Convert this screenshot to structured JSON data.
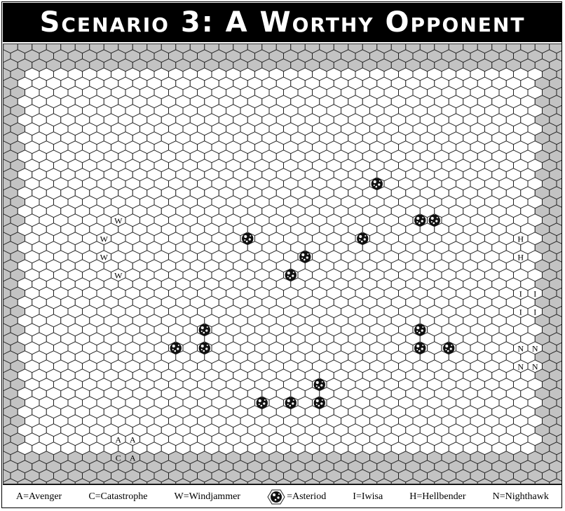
{
  "title": "Scenario 3: A Worthy Opponent",
  "map": {
    "cols": 39,
    "rows": 24,
    "border_rings": 2,
    "colors": {
      "open_hex": "#ffffff",
      "border_hex": "#c3c3c3",
      "grid_line": "#222222",
      "asteroid_dark": "#111111"
    },
    "ships": [
      {
        "code": "W",
        "col": 7,
        "row": 8
      },
      {
        "code": "W",
        "col": 6,
        "row": 9
      },
      {
        "code": "W",
        "col": 6,
        "row": 10
      },
      {
        "code": "W",
        "col": 7,
        "row": 11
      },
      {
        "code": "H",
        "col": 35,
        "row": 9
      },
      {
        "code": "H",
        "col": 35,
        "row": 10
      },
      {
        "code": "I",
        "col": 35,
        "row": 12
      },
      {
        "code": "I",
        "col": 36,
        "row": 12
      },
      {
        "code": "I",
        "col": 35,
        "row": 13
      },
      {
        "code": "I",
        "col": 36,
        "row": 13
      },
      {
        "code": "N",
        "col": 35,
        "row": 15
      },
      {
        "code": "N",
        "col": 36,
        "row": 15
      },
      {
        "code": "N",
        "col": 35,
        "row": 16
      },
      {
        "code": "N",
        "col": 36,
        "row": 16
      },
      {
        "code": "A",
        "col": 7,
        "row": 20
      },
      {
        "code": "A",
        "col": 8,
        "row": 20
      },
      {
        "code": "C",
        "col": 7,
        "row": 21
      },
      {
        "code": "A",
        "col": 8,
        "row": 21
      }
    ],
    "asteroids": [
      {
        "col": 25,
        "row": 6
      },
      {
        "col": 28,
        "row": 8
      },
      {
        "col": 29,
        "row": 8
      },
      {
        "col": 16,
        "row": 9
      },
      {
        "col": 24,
        "row": 9
      },
      {
        "col": 20,
        "row": 10
      },
      {
        "col": 19,
        "row": 11
      },
      {
        "col": 13,
        "row": 14
      },
      {
        "col": 28,
        "row": 14
      },
      {
        "col": 11,
        "row": 15
      },
      {
        "col": 13,
        "row": 15
      },
      {
        "col": 28,
        "row": 15
      },
      {
        "col": 30,
        "row": 15
      },
      {
        "col": 21,
        "row": 17
      },
      {
        "col": 19,
        "row": 18
      },
      {
        "col": 17,
        "row": 18
      },
      {
        "col": 21,
        "row": 18
      }
    ]
  },
  "legend": {
    "avenger": "A=Avenger",
    "catastrophe": "C=Catastrophe",
    "windjammer": "W=Windjammer",
    "asteroid": "=Asteriod",
    "iwisa": "I=Iwisa",
    "hellbender": "H=Hellbender",
    "nighthawk": "N=Nighthawk"
  }
}
